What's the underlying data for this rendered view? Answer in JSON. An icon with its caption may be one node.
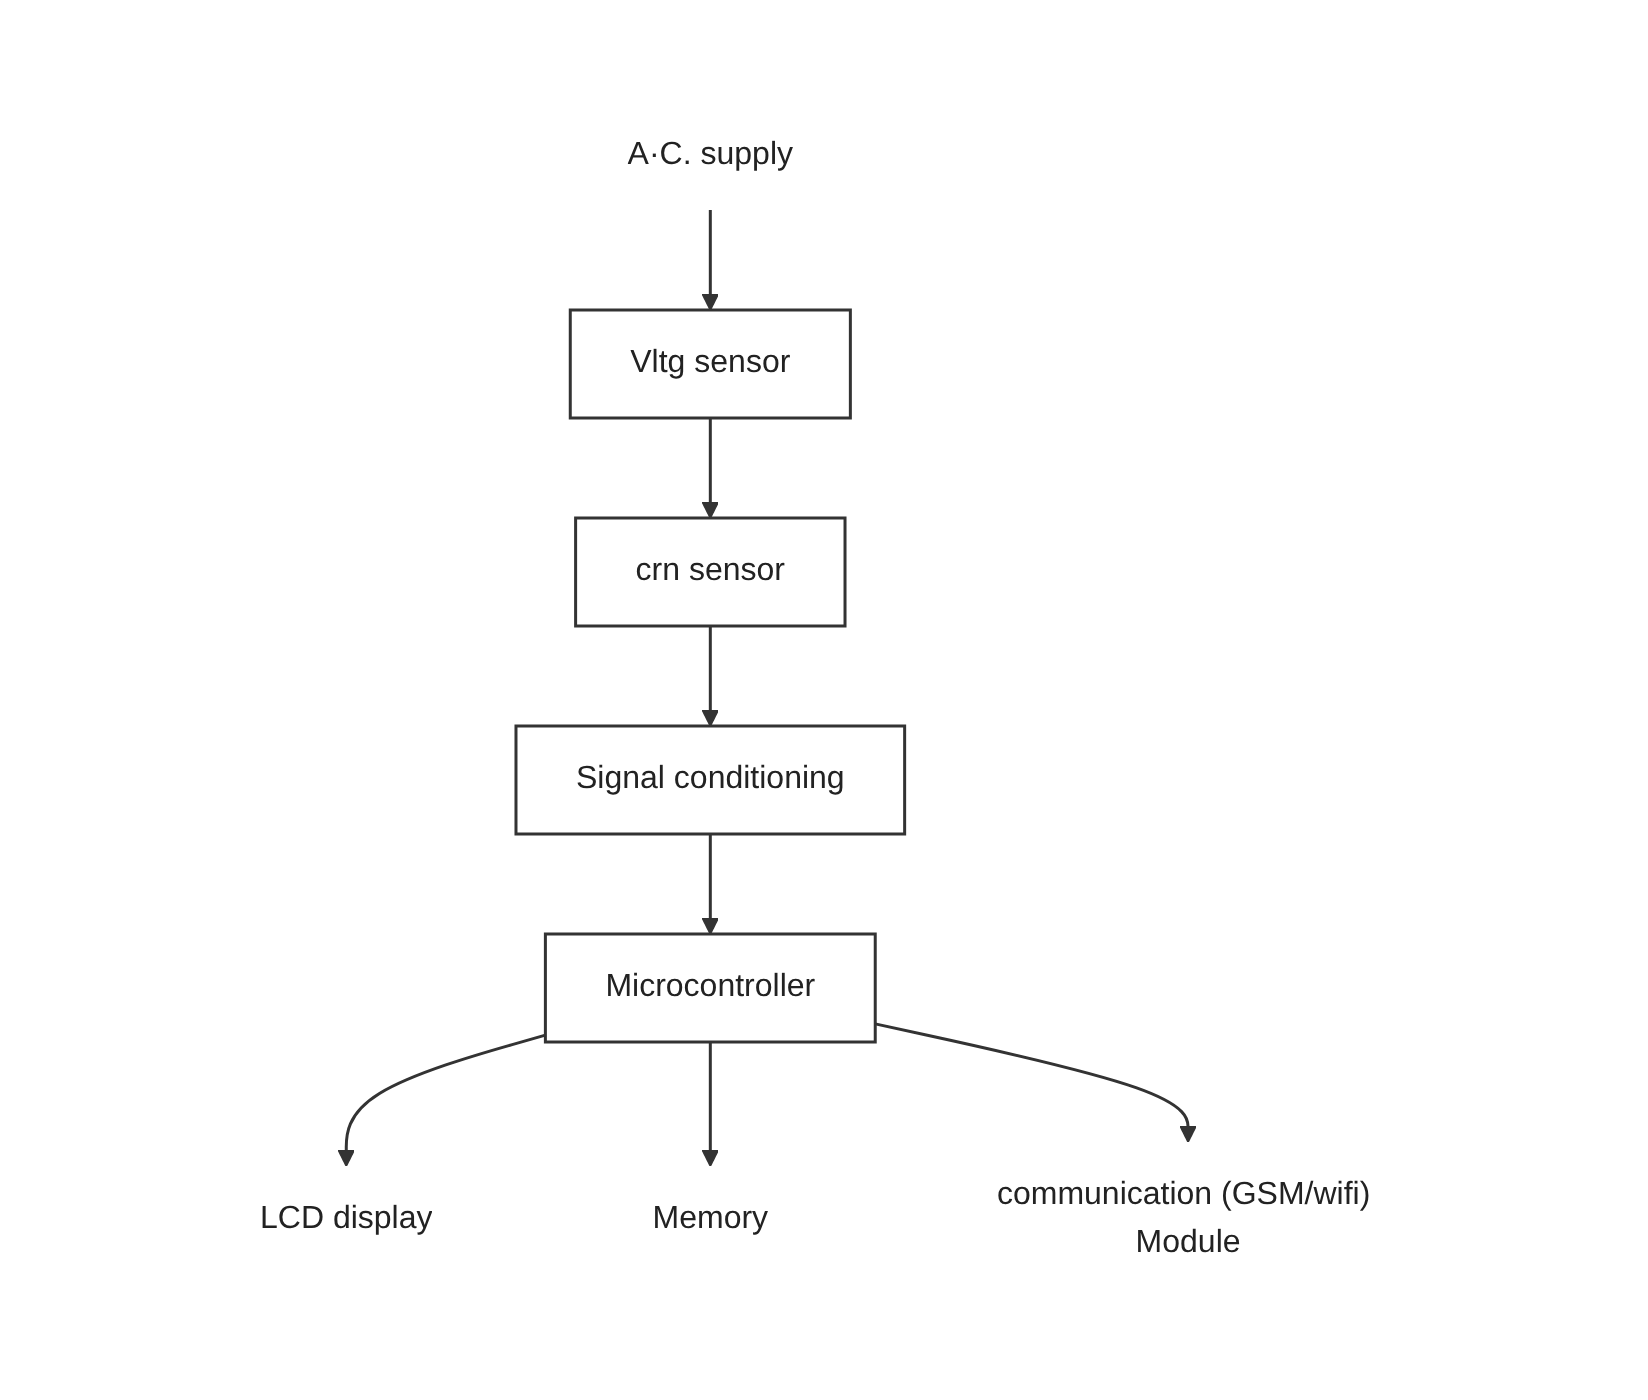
{
  "diagram": {
    "nodes": [
      {
        "text": [
          "A·C. supply"
        ]
      },
      {
        "text": [
          "Vltg sensor"
        ]
      },
      {
        "text": [
          "crn sensor"
        ]
      },
      {
        "text": [
          "Signal conditioning"
        ]
      },
      {
        "text": [
          "Microcontroller"
        ]
      },
      {
        "text": [
          "Memory"
        ]
      },
      {
        "text": [
          "LCD display"
        ]
      },
      {
        "text": [
          "communication (GSM/wifi) Module"
        ]
      }
    ],
    "edges": [
      {
        "from": 0,
        "to": 1,
        "arrow": "to"
      },
      {
        "from": 1,
        "to": 2,
        "arrow": "to"
      },
      {
        "from": 2,
        "to": 3,
        "arrow": "to"
      },
      {
        "from": 3,
        "to": 4,
        "arrow": "to"
      },
      {
        "from": 4,
        "to": 6,
        "arrow": "to"
      },
      {
        "from": 4,
        "to": 5,
        "arrow": "to"
      },
      {
        "from": 4,
        "to": 7,
        "arrow": "to"
      }
    ]
  }
}
